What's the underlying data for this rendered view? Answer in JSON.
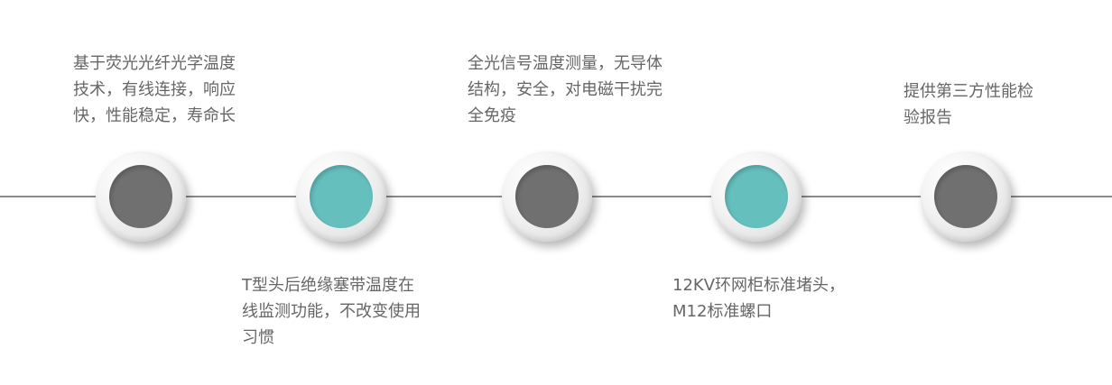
{
  "colors": {
    "line": "#8a8a8a",
    "gray_dot": "#707070",
    "teal_dot": "#65bfbd",
    "text": "#666666"
  },
  "steps": [
    {
      "text": "基于荧光光纤光学温度\n技术，有线连接，响应\n快，性能稳定，寿命长",
      "position": "top",
      "dot": "gray"
    },
    {
      "text": "T型头后绝缘塞带温度在\n线监测功能，不改变使用\n习惯",
      "position": "bottom",
      "dot": "teal"
    },
    {
      "text": "全光信号温度测量，无导体\n结构，安全，对电磁干扰完\n全免疫",
      "position": "top",
      "dot": "gray"
    },
    {
      "text": "12KV环网柜标准堵头，\nM12标准螺口",
      "position": "bottom",
      "dot": "teal"
    },
    {
      "text": "提供第三方性能检\n验报告",
      "position": "top",
      "dot": "gray"
    }
  ]
}
